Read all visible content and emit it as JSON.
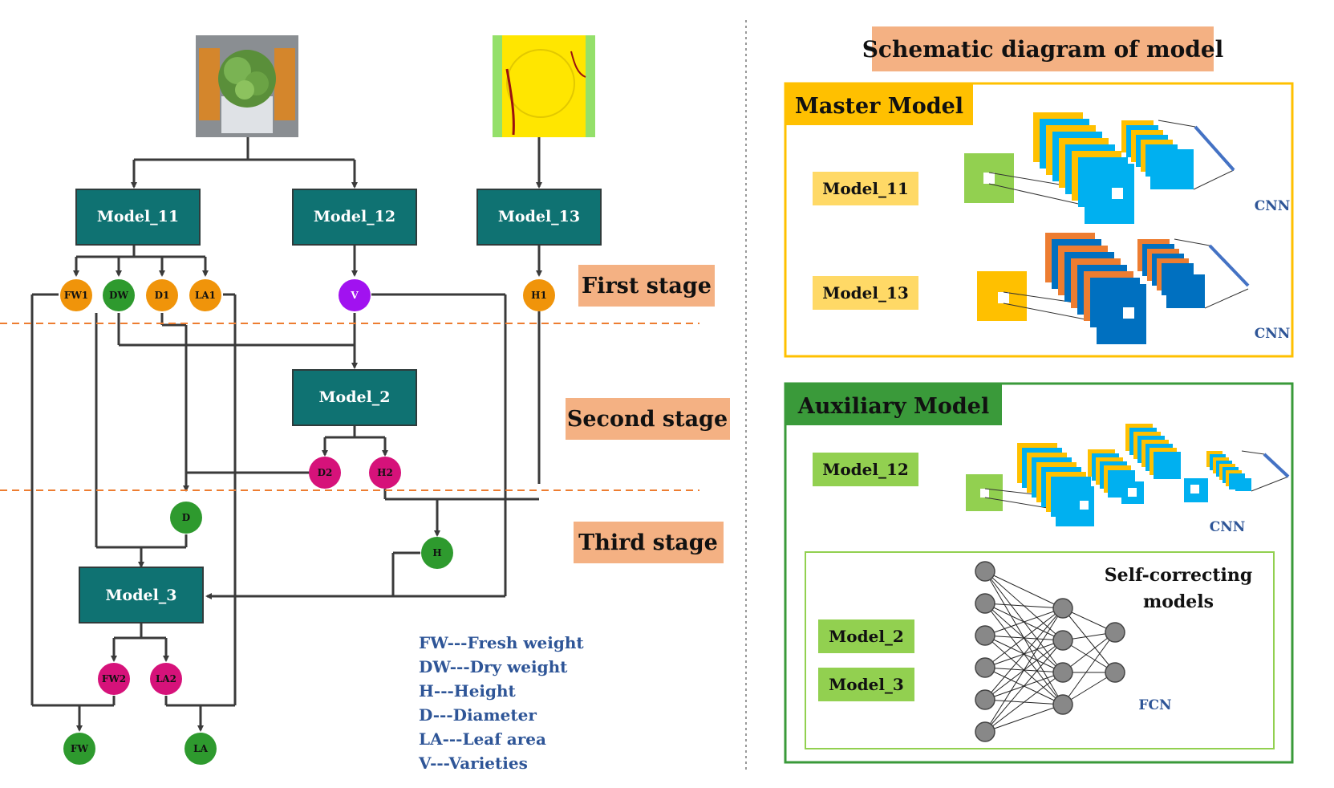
{
  "flow": {
    "models": {
      "m11": "Model_11",
      "m12": "Model_12",
      "m13": "Model_13",
      "m2": "Model_2",
      "m3": "Model_3"
    },
    "nodes": {
      "fw1": "FW1",
      "dw": "DW",
      "d1": "D1",
      "la1": "LA1",
      "v": "V",
      "h1": "H1",
      "d2": "D2",
      "h2": "H2",
      "d": "D",
      "h": "H",
      "fw2": "FW2",
      "la2": "LA2",
      "fw": "FW",
      "la": "LA"
    },
    "stages": {
      "first": "First stage",
      "second": "Second stage",
      "third": "Third stage"
    },
    "legend": [
      "FW---Fresh weight",
      "DW---Dry weight",
      "H---Height",
      "D---Diameter",
      "LA---Leaf area",
      "V---Varieties"
    ]
  },
  "schematic": {
    "title": "Schematic diagram of model",
    "master": {
      "title": "Master Model",
      "model_a": "Model_11",
      "model_b": "Model_13",
      "cnn_a": "CNN",
      "cnn_b": "CNN"
    },
    "auxiliary": {
      "title": "Auxiliary Model",
      "model_a": "Model_12",
      "cnn": "CNN",
      "self_correct_line1": "Self-correcting",
      "self_correct_line2": "models",
      "model_2": "Model_2",
      "model_3": "Model_3",
      "fcn": "FCN"
    }
  },
  "colors": {
    "model_box": "#0f7272",
    "orange_node": "#f0940a",
    "green_node": "#2e9a2e",
    "magenta_node": "#d6127a",
    "purple_node": "#a112f0",
    "stage_label": "#f4b183",
    "master_border": "#ffc000",
    "auxiliary_border": "#3a9a3a",
    "legend_text": "#2e5597",
    "dashed_stage_line": "#ed7d31"
  },
  "icons": {
    "lettuce_photo": "lettuce-photo",
    "segmentation_map": "segmentation-map"
  }
}
